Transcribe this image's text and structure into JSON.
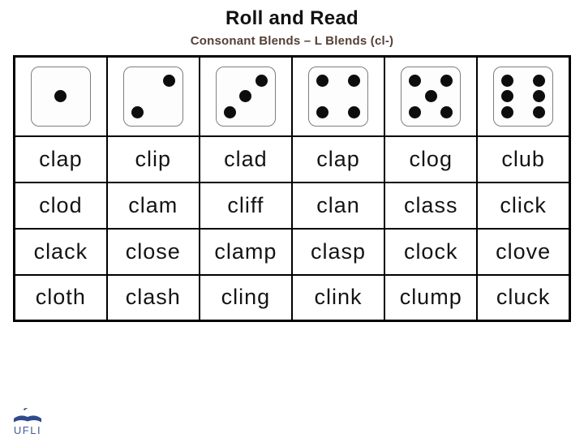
{
  "page": {
    "title": "Roll and Read",
    "subtitle": "Consonant Blends – L Blends (cl-)"
  },
  "table": {
    "dice": [
      {
        "value": 1,
        "pips": [
          4
        ]
      },
      {
        "value": 2,
        "pips": [
          2,
          6
        ]
      },
      {
        "value": 3,
        "pips": [
          2,
          4,
          6
        ]
      },
      {
        "value": 4,
        "pips": [
          0,
          2,
          6,
          8
        ]
      },
      {
        "value": 5,
        "pips": [
          0,
          2,
          4,
          6,
          8
        ]
      },
      {
        "value": 6,
        "pips": [
          0,
          2,
          3,
          5,
          6,
          8
        ]
      }
    ],
    "rows": [
      [
        "clap",
        "clip",
        "clad",
        "clap",
        "clog",
        "club"
      ],
      [
        "clod",
        "clam",
        "cliff",
        "clan",
        "class",
        "click"
      ],
      [
        "clack",
        "close",
        "clamp",
        "clasp",
        "clock",
        "clove"
      ],
      [
        "cloth",
        "clash",
        "cling",
        "clink",
        "clump",
        "cluck"
      ]
    ]
  },
  "footer": {
    "logo_text": "UFLI"
  },
  "colors": {
    "subtitle": "#554036",
    "logo_blue": "#2e4a8c",
    "table_border": "#000000"
  }
}
